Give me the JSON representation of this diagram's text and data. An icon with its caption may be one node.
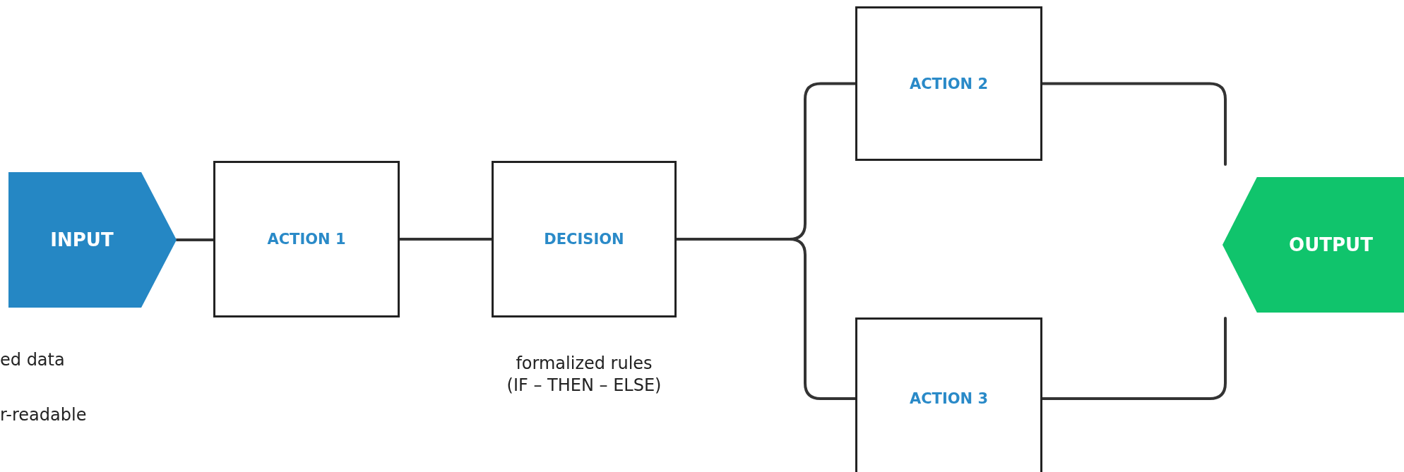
{
  "diagram": {
    "nodes": [
      {
        "text": [
          "INPUT"
        ]
      },
      {
        "text": [
          "ACTION 1"
        ]
      },
      {
        "text": [
          "DECISION"
        ],
        "beside": [
          "formalized rules (IF – THEN – ELSE)"
        ]
      },
      {
        "text": [
          "ACTION 2"
        ]
      },
      {
        "text": [
          "ACTION 3"
        ]
      },
      {
        "text": [
          "OUTPUT"
        ]
      }
    ],
    "edges": [
      {
        "from": 0,
        "to": 1,
        "arrow": "none"
      },
      {
        "from": 1,
        "to": 2,
        "arrow": "none"
      },
      {
        "from": 2,
        "to": 3,
        "arrow": "none"
      },
      {
        "from": 2,
        "to": 4,
        "arrow": "none"
      },
      {
        "from": 3,
        "to": 5,
        "arrow": "none"
      },
      {
        "from": 4,
        "to": 5,
        "arrow": "none"
      }
    ],
    "labels": [
      "ed data",
      "r-readable"
    ]
  }
}
